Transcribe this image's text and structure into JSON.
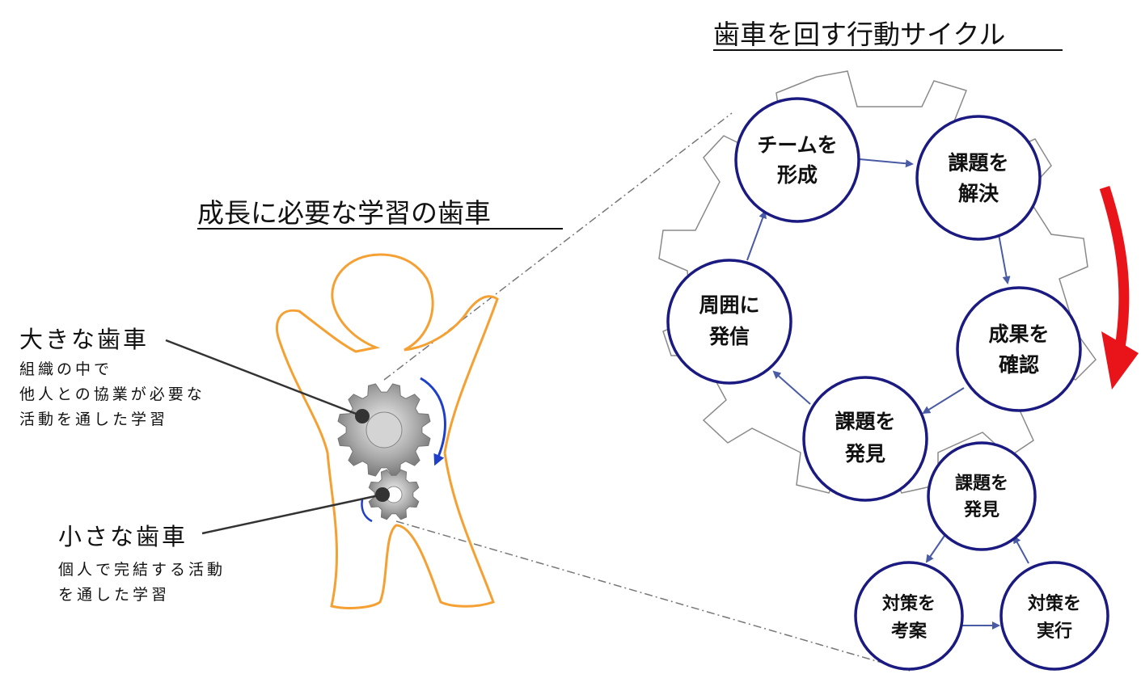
{
  "titles": {
    "left": "成長に必要な学習の歯車",
    "right": "歯車を回す行動サイクル"
  },
  "labels": {
    "big_gear": {
      "heading": "大きな歯車",
      "lines": [
        "組織の中で",
        "他人との協業が必要な",
        "活動を通した学習"
      ]
    },
    "small_gear": {
      "heading": "小さな歯車",
      "lines": [
        "個人で完結する活動",
        "を通した学習"
      ]
    }
  },
  "big_cycle": {
    "nodes": [
      {
        "id": "form-team",
        "lines": [
          "チームを",
          "形成"
        ]
      },
      {
        "id": "solve-issue",
        "lines": [
          "課題を",
          "解決"
        ]
      },
      {
        "id": "check-result",
        "lines": [
          "成果を",
          "確認"
        ]
      },
      {
        "id": "find-issue",
        "lines": [
          "課題を",
          "発見"
        ]
      },
      {
        "id": "share-around",
        "lines": [
          "周囲に",
          "発信"
        ]
      }
    ]
  },
  "small_cycle": {
    "nodes": [
      {
        "id": "find-issue-small",
        "lines": [
          "課題を",
          "発見"
        ]
      },
      {
        "id": "plan-measure",
        "lines": [
          "対策を",
          "考案"
        ]
      },
      {
        "id": "execute-measure",
        "lines": [
          "対策を",
          "実行"
        ]
      }
    ]
  },
  "colors": {
    "body_outline": "#F5A033",
    "node_stroke": "#1A1A80",
    "arrow": "#4A5BA5",
    "rotation_big": "#E8141A",
    "rotation_small": "#1F3FC8",
    "gear_outline": "#8A8A8A",
    "callout_line": "#333333"
  }
}
